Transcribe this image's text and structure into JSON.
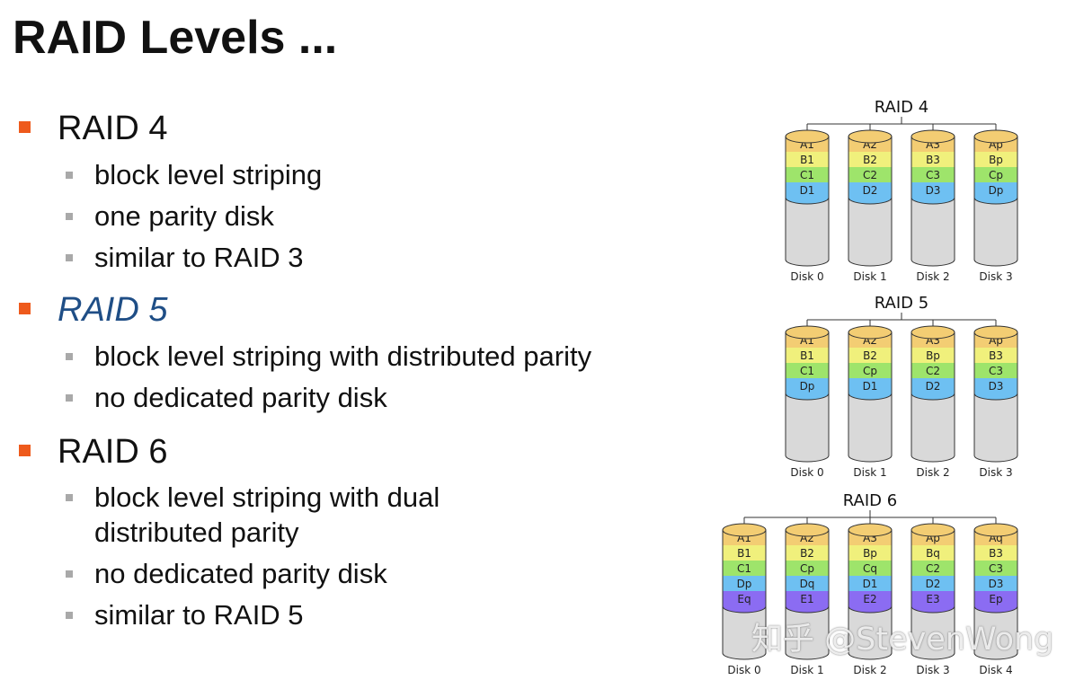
{
  "title": "RAID Levels ...",
  "accent_color": "#ee5a1c",
  "sections": [
    {
      "heading": "RAID 4",
      "points": [
        "block level striping",
        "one parity disk",
        "similar to RAID 3"
      ]
    },
    {
      "heading": "RAID 5",
      "points": [
        "block level striping with distributed parity",
        "no dedicated parity disk"
      ]
    },
    {
      "heading": "RAID 6",
      "points": [
        "block level striping with dual",
        "distributed parity",
        "no dedicated parity disk",
        "similar to RAID 5"
      ]
    }
  ],
  "diagrams": [
    {
      "title": "RAID 4",
      "disks": [
        {
          "label": "Disk 0",
          "blocks": [
            "A1",
            "B1",
            "C1",
            "D1"
          ]
        },
        {
          "label": "Disk 1",
          "blocks": [
            "A2",
            "B2",
            "C2",
            "D2"
          ]
        },
        {
          "label": "Disk 2",
          "blocks": [
            "A3",
            "B3",
            "C3",
            "D3"
          ]
        },
        {
          "label": "Disk 3",
          "blocks": [
            "Ap",
            "Bp",
            "Cp",
            "Dp"
          ]
        }
      ]
    },
    {
      "title": "RAID 5",
      "disks": [
        {
          "label": "Disk 0",
          "blocks": [
            "A1",
            "B1",
            "C1",
            "Dp"
          ]
        },
        {
          "label": "Disk 1",
          "blocks": [
            "A2",
            "B2",
            "Cp",
            "D1"
          ]
        },
        {
          "label": "Disk 2",
          "blocks": [
            "A3",
            "Bp",
            "C2",
            "D2"
          ]
        },
        {
          "label": "Disk 3",
          "blocks": [
            "Ap",
            "B3",
            "C3",
            "D3"
          ]
        }
      ]
    },
    {
      "title": "RAID 6",
      "disks": [
        {
          "label": "Disk 0",
          "blocks": [
            "A1",
            "B1",
            "C1",
            "Dp",
            "Eq"
          ]
        },
        {
          "label": "Disk 1",
          "blocks": [
            "A2",
            "B2",
            "Cp",
            "Dq",
            "E1"
          ]
        },
        {
          "label": "Disk 2",
          "blocks": [
            "A3",
            "Bp",
            "Cq",
            "D1",
            "E2"
          ]
        },
        {
          "label": "Disk 3",
          "blocks": [
            "Ap",
            "Bq",
            "C2",
            "D2",
            "E3"
          ]
        },
        {
          "label": "Disk 4",
          "blocks": [
            "Aq",
            "B3",
            "C3",
            "D3",
            "Ep"
          ]
        }
      ]
    }
  ],
  "row_colors": [
    "#f3cd73",
    "#f0f07c",
    "#9ee46b",
    "#6ec0f2",
    "#8b6cf2"
  ],
  "watermark": "知乎 @StevenWong"
}
